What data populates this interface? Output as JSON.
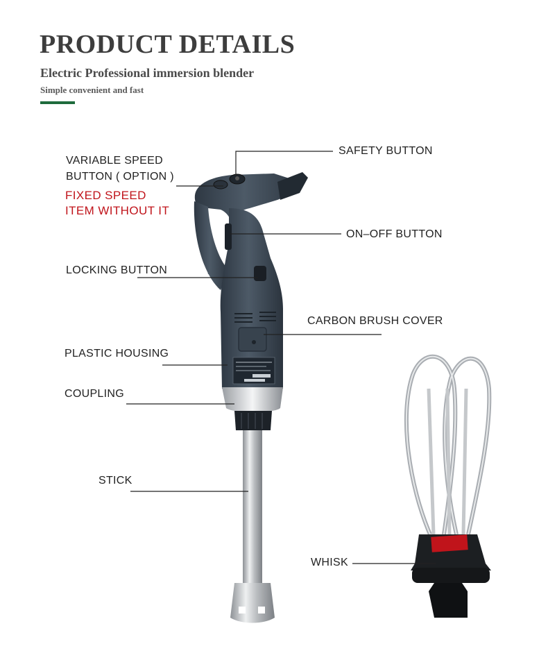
{
  "header": {
    "title": "PRODUCT DETAILS",
    "subtitle": "Electric Professional immersion blender",
    "tagline": "Simple convenient and fast"
  },
  "colors": {
    "accent": "#1e6b3c",
    "warning": "#c0141b",
    "body": "#3e4a56",
    "steel": "#c9cccf"
  },
  "labels": {
    "variable_speed_line1": "VARIABLE SPEED",
    "variable_speed_line2": "BUTTON ( OPTION )",
    "fixed_speed_line1": "FIXED SPEED",
    "fixed_speed_line2": "ITEM WITHOUT IT",
    "safety_button": "SAFETY BUTTON",
    "on_off_button": "ON–OFF BUTTON",
    "locking_button": "LOCKING BUTTON",
    "carbon_brush_cover": "CARBON BRUSH COVER",
    "plastic_housing": "PLASTIC HOUSING",
    "coupling": "COUPLING",
    "stick": "STICK",
    "whisk": "WHISK"
  }
}
